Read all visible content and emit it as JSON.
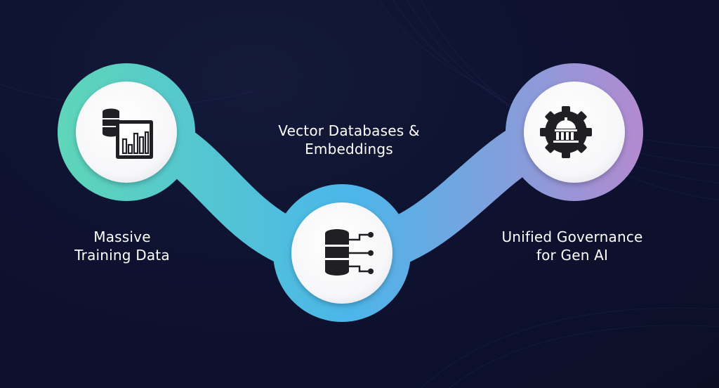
{
  "colors": {
    "background": "#0e1230",
    "flow_start": "#5ed6b8",
    "flow_mid": "#4bb6ea",
    "flow_end": "#b38ad0",
    "node_face": "#ffffff",
    "icon": "#1f1f24",
    "text": "#ffffff"
  },
  "nodes": [
    {
      "id": "training-data",
      "icon": "database-chart-icon",
      "label_lines": [
        "Massive",
        "Training Data"
      ]
    },
    {
      "id": "vector-db",
      "icon": "database-network-icon",
      "label_lines": [
        "Vector Databases &",
        "Embeddings"
      ]
    },
    {
      "id": "governance",
      "icon": "gear-building-icon",
      "label_lines": [
        "Unified Governance",
        "for Gen AI"
      ]
    }
  ]
}
